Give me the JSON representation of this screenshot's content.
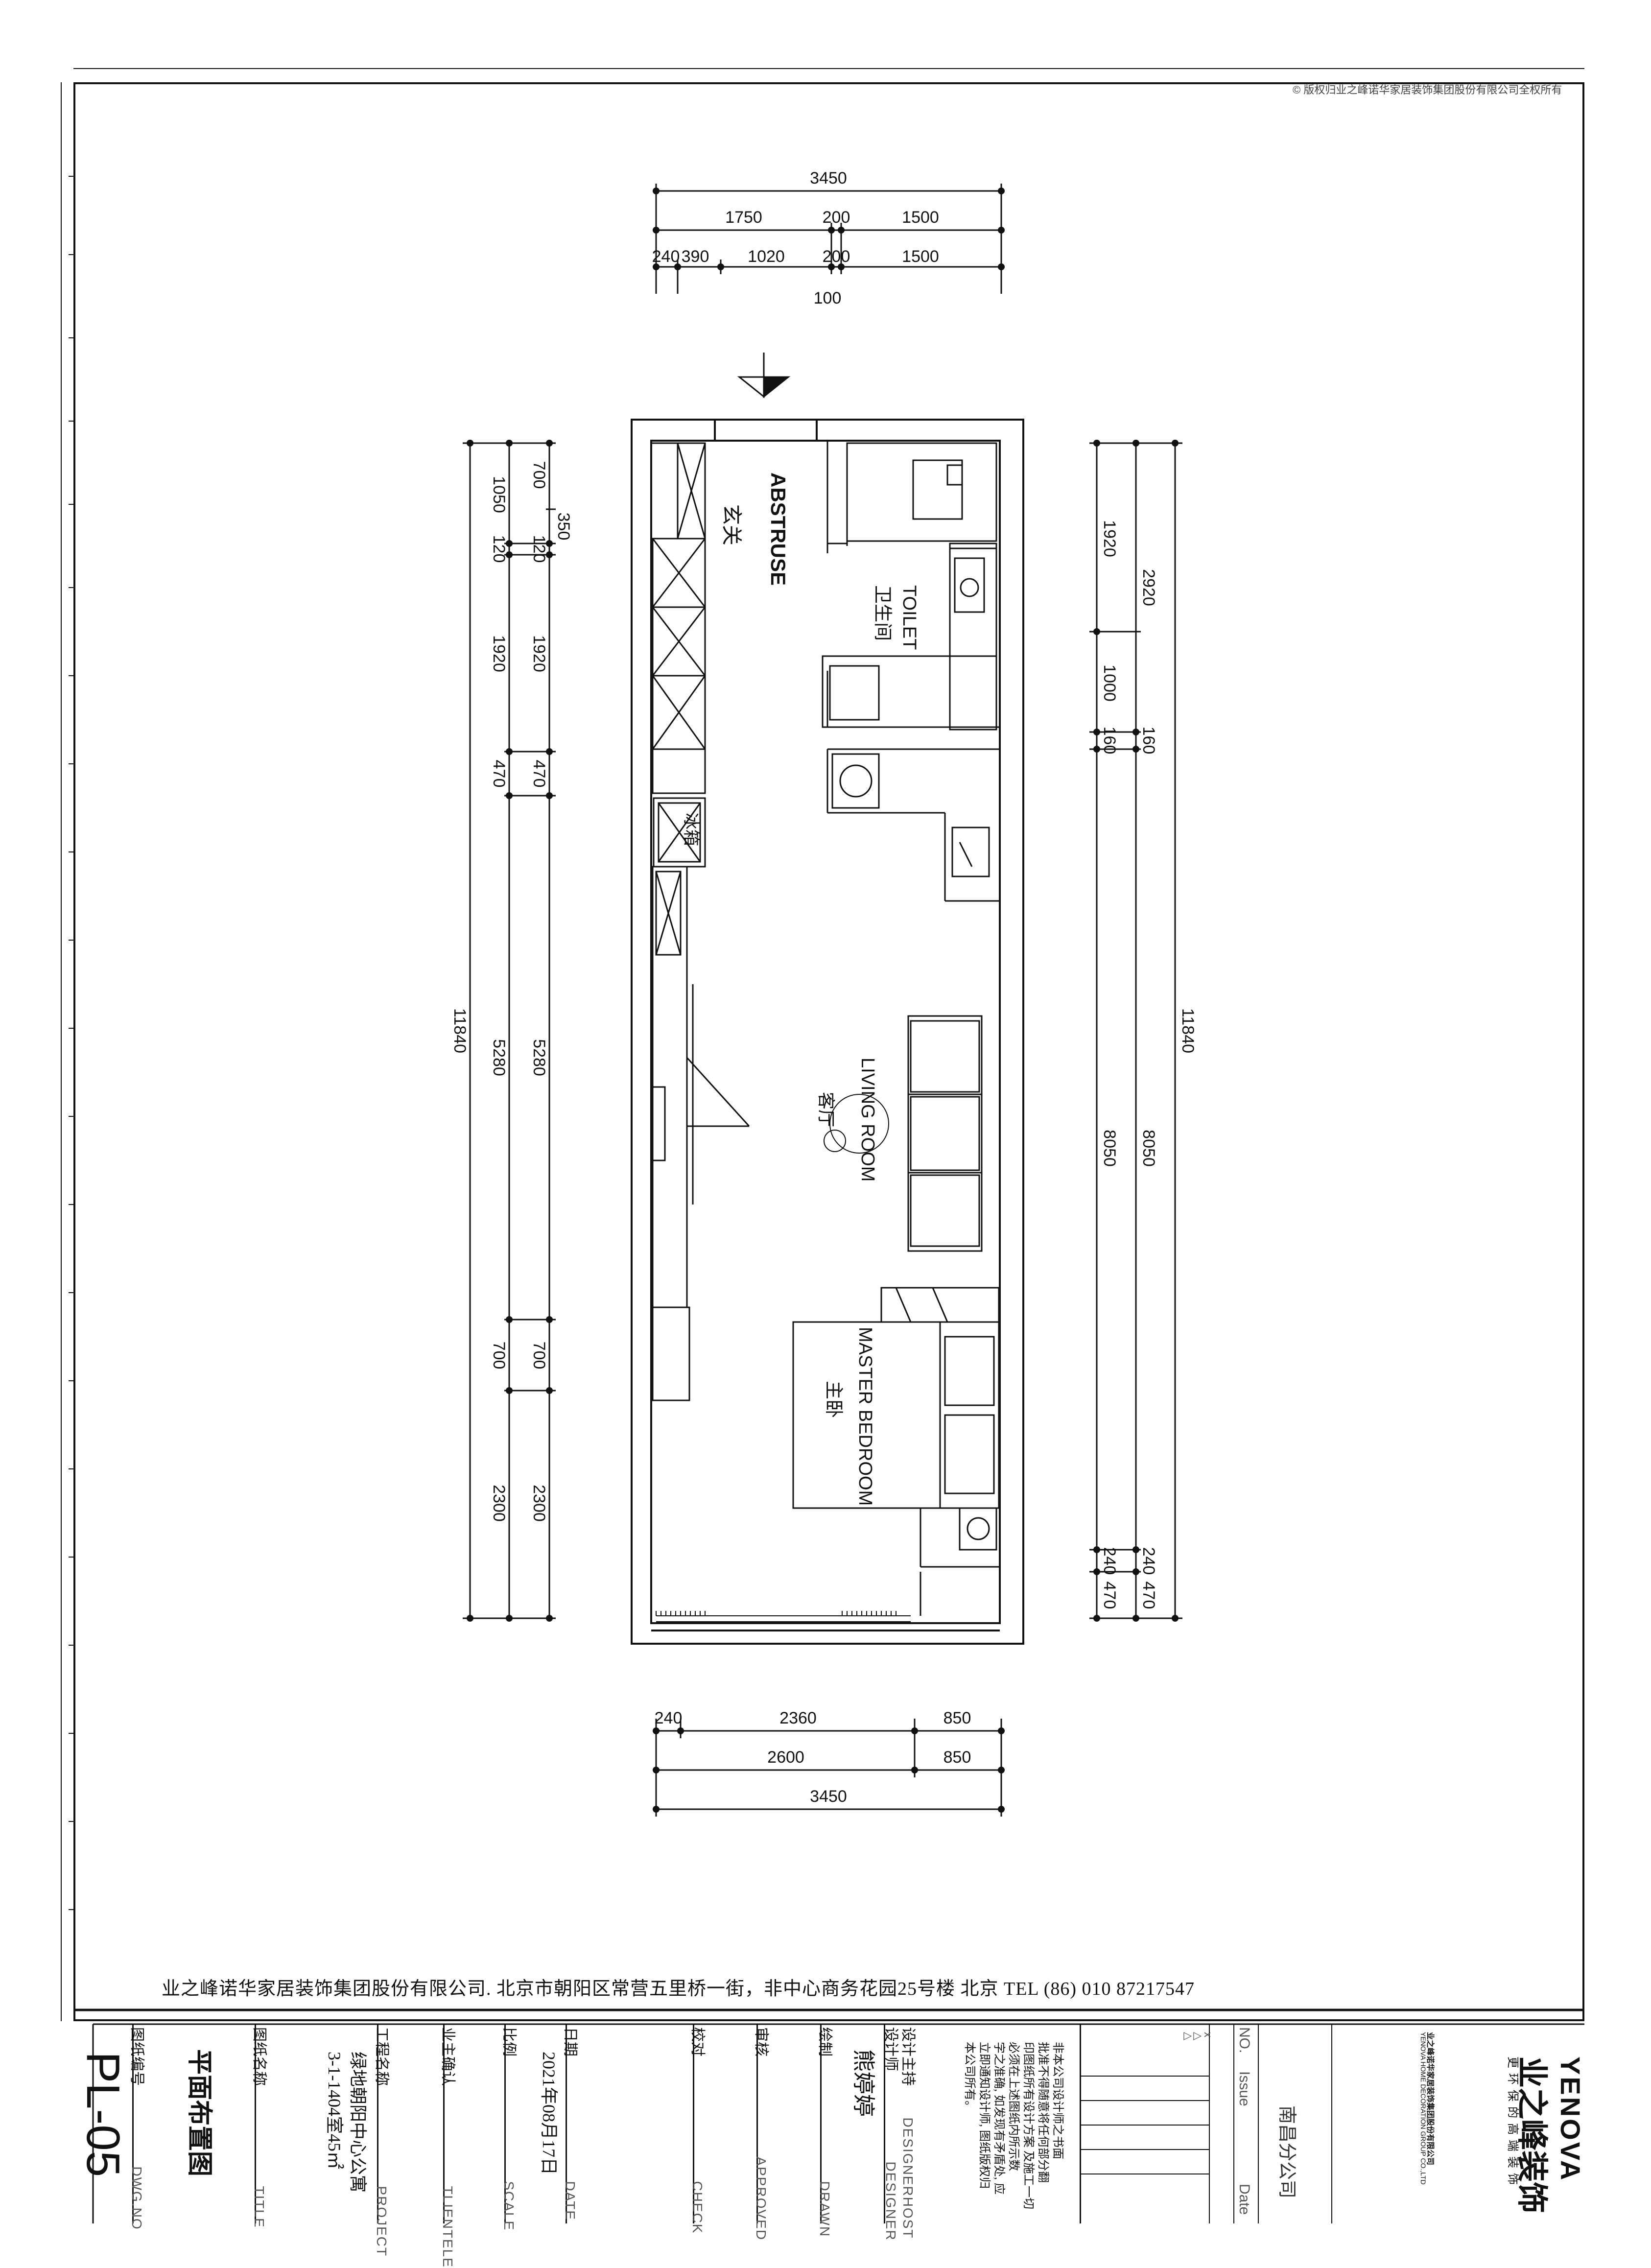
{
  "drawing": {
    "copyright": "©   版权归业之峰诺华家居装饰集团股份有限公司全权所有",
    "entry_arrow": "entry-arrow",
    "top_dims": {
      "overall": "3450",
      "row2": [
        "1750",
        "200",
        "1500"
      ],
      "row3": [
        "240",
        "390",
        "1020",
        "200",
        "1500"
      ],
      "below": "100"
    },
    "bottom_dims": {
      "row1": [
        "240",
        "2360",
        "850"
      ],
      "row2": [
        "2600",
        "850"
      ],
      "row3": "3450"
    },
    "left_outer": [
      "1050",
      "120",
      "1920",
      "470",
      "5280",
      "700",
      "2300"
    ],
    "left_total": "11840",
    "left_inner": [
      "700",
      "350",
      "120",
      "1920",
      "470",
      "5280",
      "700",
      "2300"
    ],
    "right_inner": [
      "1920",
      "1000",
      "160",
      "8050",
      "240",
      "470"
    ],
    "right_outer": [
      "2920",
      "160",
      "8050",
      "240",
      "470"
    ],
    "right_total": "11840",
    "rooms": {
      "entry_en": "ABSTRUSE",
      "entry_cn": "玄关",
      "toilet_en": "TOILET",
      "toilet_cn": "卫生间",
      "fridge_cn": "冰箱",
      "living_en": "LIVING ROOM",
      "living_cn": "客厅",
      "bedroom_en": "MASTER BEDROOM",
      "bedroom_cn": "主卧"
    }
  },
  "footer": {
    "company_line": "业之峰诺华家居装饰集团股份有限公司. 北京市朝阳区常营五里桥一街，非中心商务花园25号楼    北京    TEL    (86)  010  87217547"
  },
  "title_block": {
    "drawing_no_cn": "图纸编号",
    "drawing_no_en": "DWG.NO",
    "drawing_no_value": "PL-05",
    "title_cn": "图纸名称",
    "title_en": "TITLE",
    "title_value": "平面布置图",
    "project_cn": "工程名称",
    "project_en": "PROJECT",
    "project_value_1": "绿地朝阳中心公寓",
    "project_value_2": "3-1-1404室45㎡",
    "client_cn": "业主确认",
    "client_en": "TLIENTELE",
    "scale_cn": "比例",
    "scale_en": "SCALE",
    "date_cn": "日期",
    "date_en": "DATE",
    "date_value": "2021年08月17日",
    "check_cn": "校对",
    "check_en": "CHECK",
    "approved_cn": "审核",
    "approved_en": "APPROVED",
    "drawn_cn": "绘制",
    "drawn_en": "DRAWN",
    "designer_cn": "设计师",
    "designer_en": "DESIGNER",
    "designer_value": "熊婷婷",
    "host_cn": "设计主持",
    "host_en": "DESIGNERHOST",
    "notes": [
      "非本公司设计师之书面",
      "批准不得随意将任何部分翻",
      "印图纸所有设计方案 及施工一切",
      "必须在上述图纸内所示数",
      "字之准确, 如发现有矛盾处, 应",
      "立即通知设计师, 图纸版权归",
      "本公司所有。"
    ],
    "issue_marks": [
      "x",
      "△",
      "△"
    ],
    "no_label": "NO.",
    "issue_label": "Issue",
    "date_col_label": "Date",
    "branch": "南昌分公司",
    "brand_en": "YENOVA",
    "brand_cn": "业之峰装饰",
    "brand_slogan": "更 环 保 的 高 端 装 饰",
    "brand_company_cn": "业之峰诺华家居装饰集团股份有限公司",
    "brand_company_en": "YENOVA HOME DECORATION GROUP CO.,LTD"
  }
}
